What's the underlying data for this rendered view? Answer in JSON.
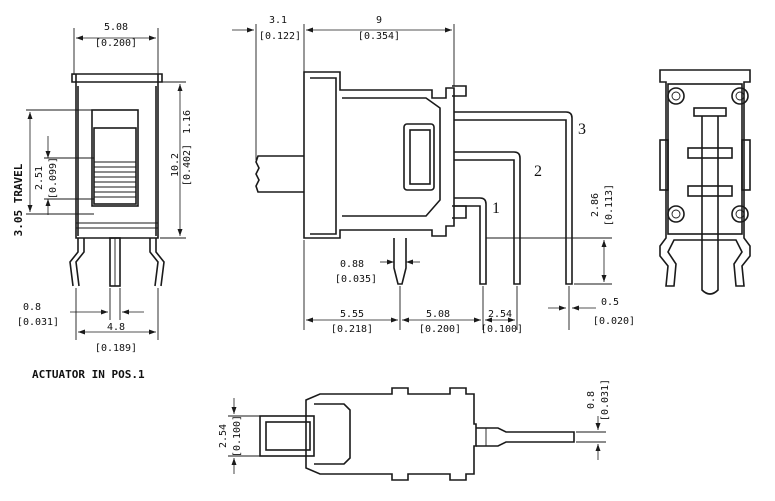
{
  "front_view": {
    "width": {
      "mm": "5.08",
      "inch": "[0.200]"
    },
    "travel": "3.05 TRAVEL",
    "actuator_pos": {
      "mm": "2.51",
      "inch": "[0.099]"
    },
    "height": {
      "mm": "10.2",
      "inch": "[0.402]"
    },
    "height_total": {
      "mm": "1.16",
      "inch": ""
    },
    "pin_width": {
      "mm": "0.8",
      "inch": "[0.031]"
    },
    "pin_pitch": {
      "mm": "4.8",
      "inch": "[0.189]"
    },
    "caption": "ACTUATOR IN POS.1"
  },
  "side_view": {
    "actuator_len": {
      "mm": "3.1",
      "inch": "[0.122]"
    },
    "body_len": {
      "mm": "9",
      "inch": "[0.354]"
    },
    "pin_width": {
      "mm": "0.88",
      "inch": "[0.035]"
    },
    "pin_height": {
      "mm": "2.86",
      "inch": "[0.113]"
    },
    "offset_a": {
      "mm": "5.55",
      "inch": "[0.218]"
    },
    "offset_b": {
      "mm": "5.08",
      "inch": "[0.200]"
    },
    "pitch": {
      "mm": "2.54",
      "inch": "[0.100]"
    },
    "pin_thk": {
      "mm": "0.5",
      "inch": "[0.020]"
    },
    "terminal_labels": [
      "1",
      "2",
      "3"
    ]
  },
  "bottom_view": {
    "height": {
      "mm": "2.54",
      "inch": "[0.100]"
    },
    "pin_thk": {
      "mm": "0.8",
      "inch": "[0.031]"
    }
  }
}
